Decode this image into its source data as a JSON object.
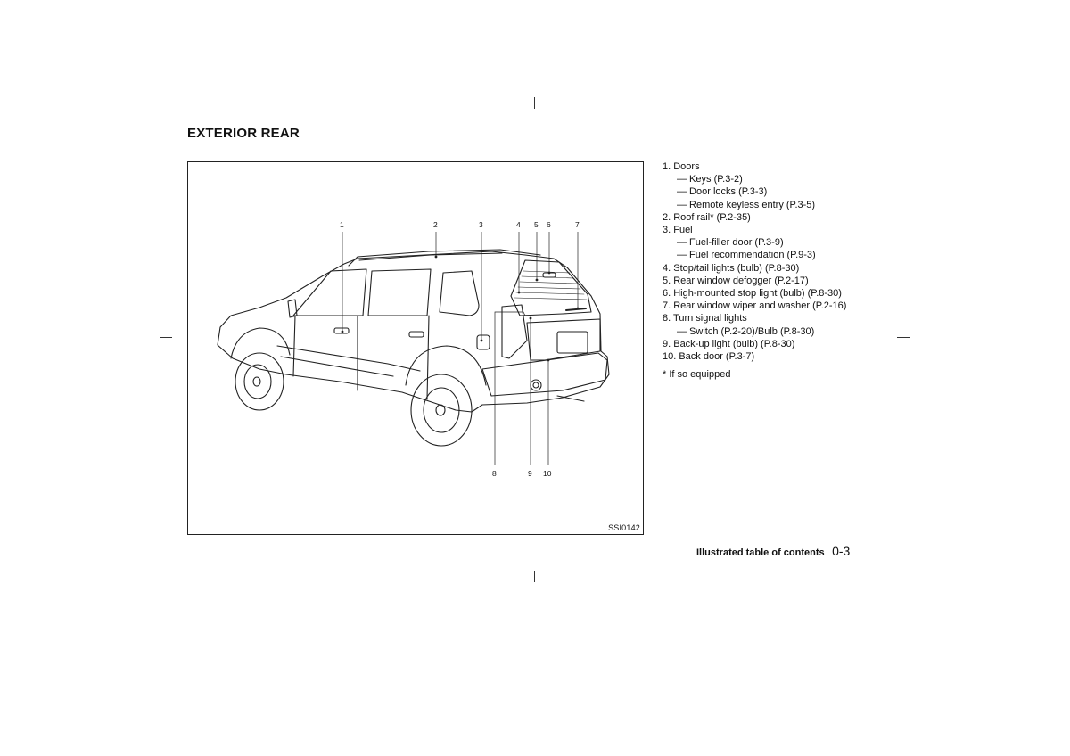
{
  "page": {
    "title": "EXTERIOR REAR",
    "figure_code": "SSI0142",
    "footer_label": "Illustrated table of contents",
    "page_number": "0-3"
  },
  "figure": {
    "top_callouts": [
      "1",
      "2",
      "3",
      "4",
      "5",
      "6",
      "7"
    ],
    "bottom_callouts": [
      "8",
      "9",
      "10"
    ]
  },
  "legend": {
    "item1": "1. Doors",
    "item1_sub1": "— Keys (P.3-2)",
    "item1_sub2": "— Door locks (P.3-3)",
    "item1_sub3": "— Remote keyless entry (P.3-5)",
    "item2": "2. Roof rail* (P.2-35)",
    "item3": "3. Fuel",
    "item3_sub1": "— Fuel-filler door (P.3-9)",
    "item3_sub2": "— Fuel recommendation (P.9-3)",
    "item4": "4. Stop/tail lights (bulb) (P.8-30)",
    "item5": "5. Rear window defogger (P.2-17)",
    "item6": "6. High-mounted stop light (bulb) (P.8-30)",
    "item7": "7. Rear window wiper and washer (P.2-16)",
    "item8": "8. Turn signal lights",
    "item8_sub1": "— Switch (P.2-20)/Bulb (P.8-30)",
    "item9": "9. Back-up light (bulb) (P.8-30)",
    "item10": "10.  Back door (P.3-7)",
    "note": "* If so equipped"
  }
}
